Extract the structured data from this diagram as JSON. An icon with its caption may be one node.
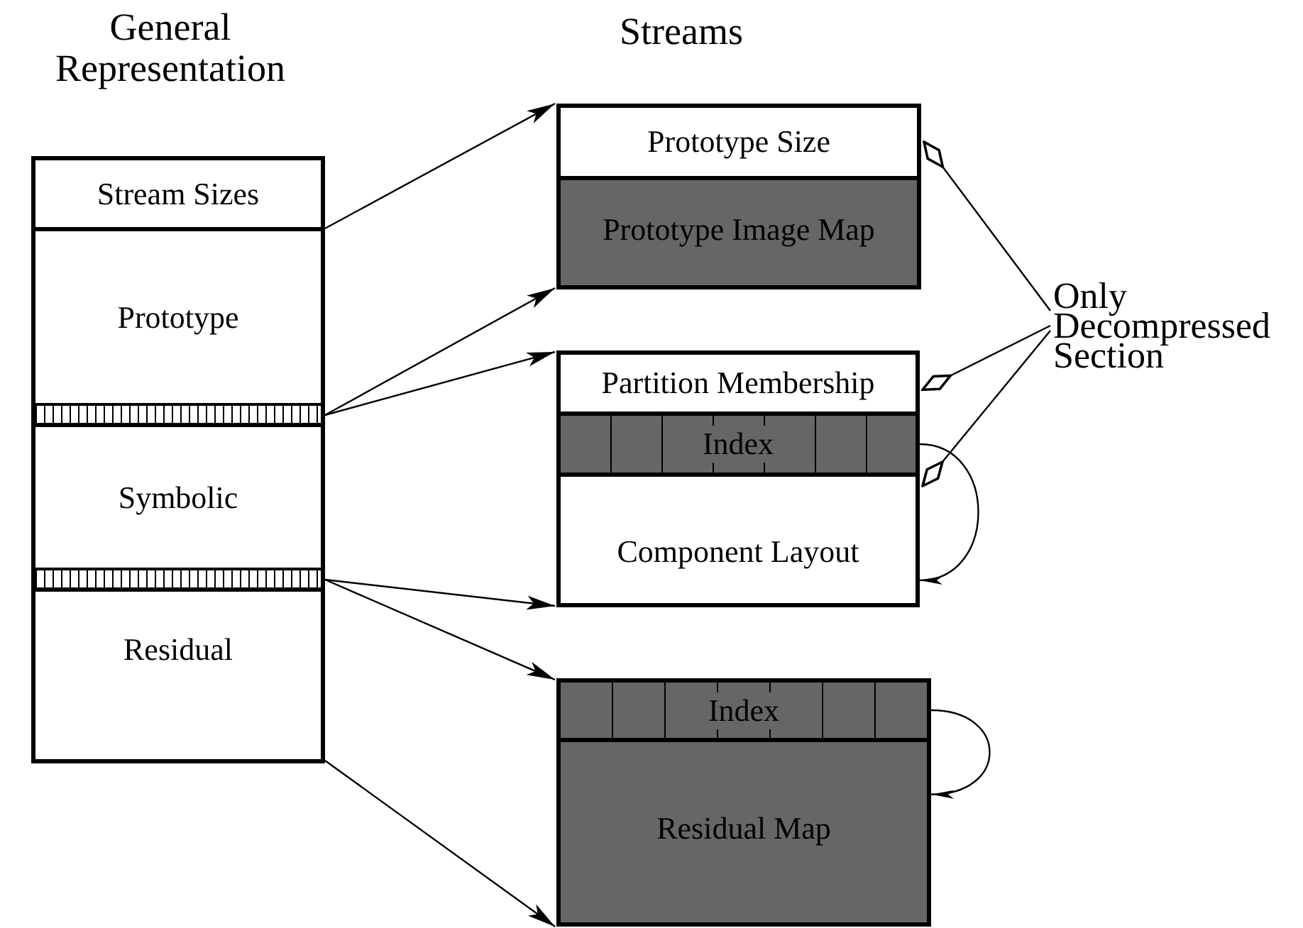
{
  "diagram": {
    "nodes": [
      {
        "text": [
          "Stream Sizes"
        ]
      },
      {
        "text": [
          "Prototype"
        ]
      },
      {
        "text": [],
        "shape": "bar"
      },
      {
        "text": [
          "Symbolic"
        ]
      },
      {
        "text": [],
        "shape": "bar"
      },
      {
        "text": [
          "Residual"
        ]
      },
      {
        "text": [
          "Prototype Size"
        ]
      },
      {
        "text": [
          "Prototype Image Map"
        ]
      },
      {
        "text": [
          "Partition Membership"
        ]
      },
      {
        "text": [
          "Index"
        ]
      },
      {
        "text": [
          "Component Layout"
        ]
      },
      {
        "text": [
          "Index"
        ]
      },
      {
        "text": [
          "Residual Map"
        ]
      },
      {
        "text": [
          "Only Decompressed Section"
        ]
      }
    ],
    "edges": [
      {
        "from": 0,
        "to": 6,
        "arrow": "to"
      },
      {
        "from": 2,
        "to": 7,
        "arrow": "to"
      },
      {
        "from": 2,
        "to": 8,
        "arrow": "to"
      },
      {
        "from": 4,
        "to": 10,
        "arrow": "to"
      },
      {
        "from": 4,
        "to": 11,
        "arrow": "to"
      },
      {
        "from": 5,
        "to": 12,
        "arrow": "to"
      },
      {
        "from": 9,
        "to": 10,
        "arrow": "to"
      },
      {
        "from": 11,
        "to": 12,
        "arrow": "to"
      },
      {
        "from": 13,
        "to": 6,
        "arrow": "other"
      },
      {
        "from": 13,
        "to": 8,
        "arrow": "other"
      },
      {
        "from": 13,
        "to": 10,
        "arrow": "other"
      }
    ],
    "labels": [
      "General Representation",
      "Streams"
    ]
  }
}
